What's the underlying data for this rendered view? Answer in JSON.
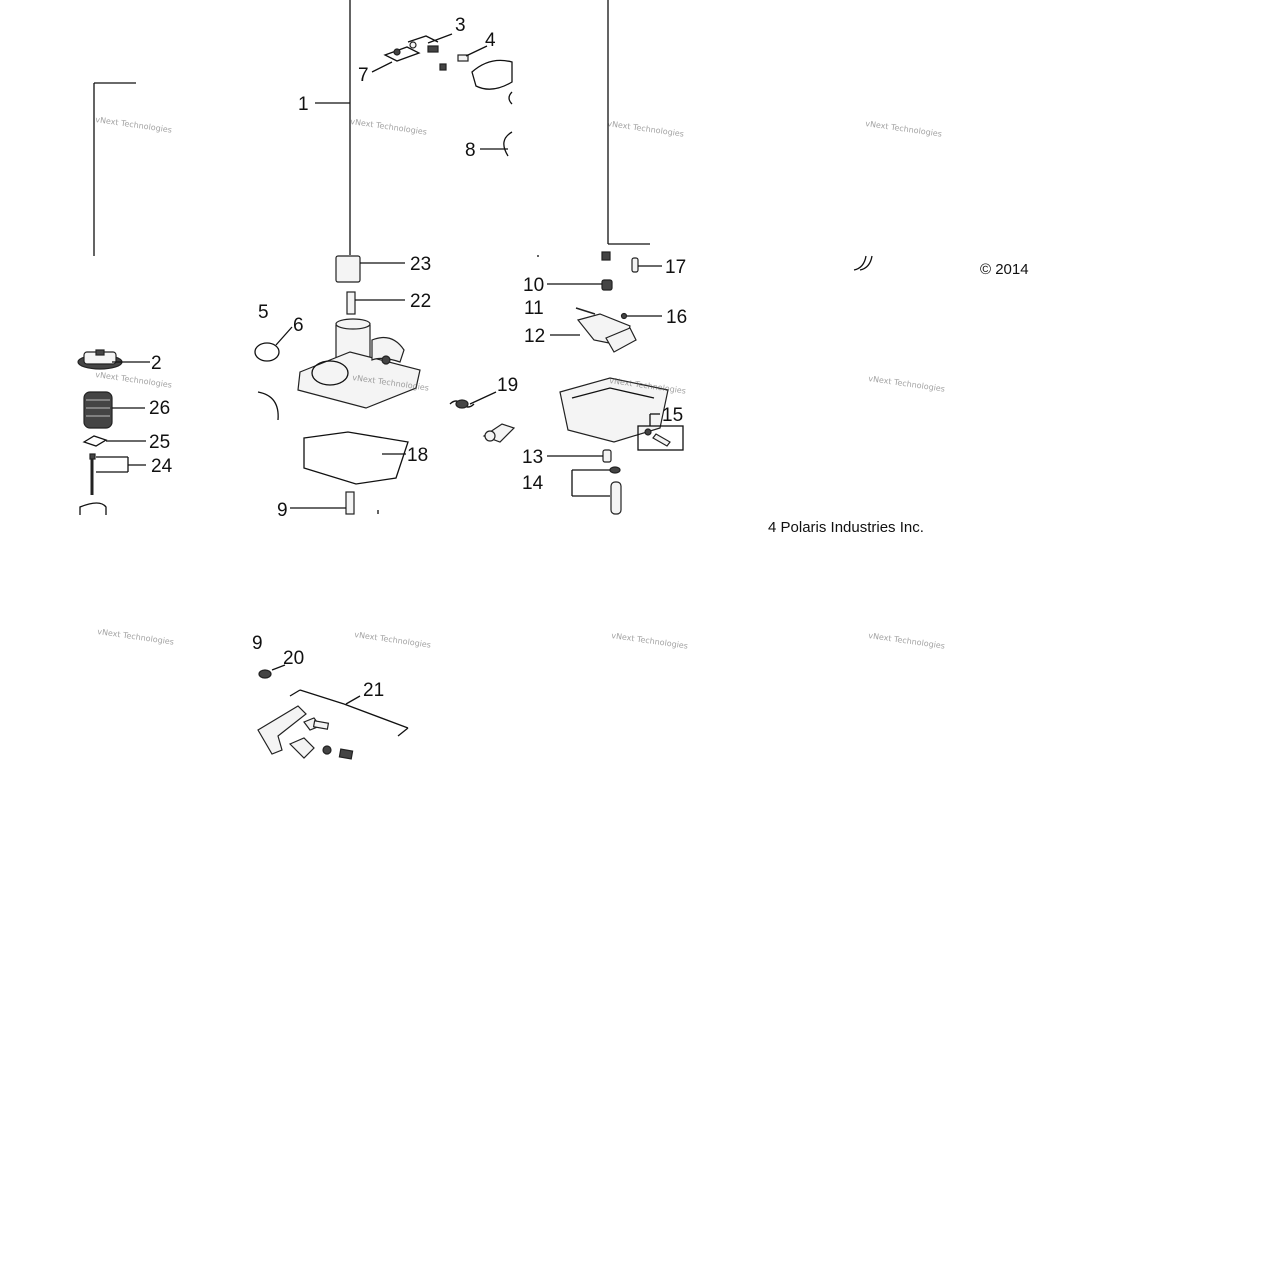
{
  "diagram": {
    "callouts": [
      {
        "id": "1",
        "label": "1"
      },
      {
        "id": "2",
        "label": "2"
      },
      {
        "id": "3",
        "label": "3"
      },
      {
        "id": "4",
        "label": "4"
      },
      {
        "id": "5",
        "label": "5"
      },
      {
        "id": "6",
        "label": "6"
      },
      {
        "id": "7",
        "label": "7"
      },
      {
        "id": "8",
        "label": "8"
      },
      {
        "id": "9",
        "label": "9"
      },
      {
        "id": "9b",
        "label": "9"
      },
      {
        "id": "10",
        "label": "10"
      },
      {
        "id": "11",
        "label": "11"
      },
      {
        "id": "12",
        "label": "12"
      },
      {
        "id": "13",
        "label": "13"
      },
      {
        "id": "14",
        "label": "14"
      },
      {
        "id": "15",
        "label": "15"
      },
      {
        "id": "16",
        "label": "16"
      },
      {
        "id": "17",
        "label": "17"
      },
      {
        "id": "18",
        "label": "18"
      },
      {
        "id": "19",
        "label": "19"
      },
      {
        "id": "20",
        "label": "20"
      },
      {
        "id": "21",
        "label": "21"
      },
      {
        "id": "22",
        "label": "22"
      },
      {
        "id": "23",
        "label": "23"
      },
      {
        "id": "24",
        "label": "24"
      },
      {
        "id": "25",
        "label": "25"
      },
      {
        "id": "26",
        "label": "26"
      }
    ],
    "copyright_part1": "© 2014",
    "copyright_part2": "4 Polaris Industries Inc.",
    "watermark_text": "vNext Technologies"
  },
  "colors": {
    "line": "#111111",
    "watermark": "#555555",
    "background": "#ffffff"
  }
}
